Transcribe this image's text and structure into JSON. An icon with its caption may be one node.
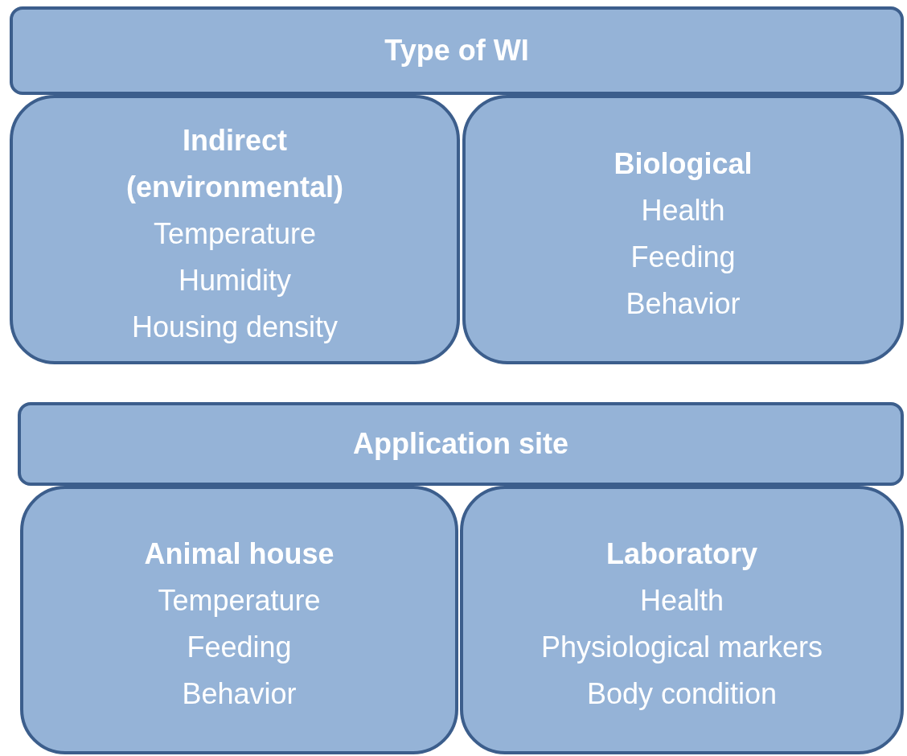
{
  "diagram": {
    "nodes": [
      {
        "text": [
          "Type of WI"
        ]
      },
      {
        "text": [
          "Indirect (environmental)",
          "Temperature",
          "Humidity",
          "Housing density"
        ]
      },
      {
        "text": [
          "Biological",
          "Health",
          "Feeding",
          "Behavior"
        ]
      },
      {
        "text": [
          "Application site"
        ]
      },
      {
        "text": [
          "Animal house",
          "Temperature",
          "Feeding",
          "Behavior"
        ]
      },
      {
        "text": [
          "Laboratory",
          "Health",
          "Physiological markers",
          "Body condition"
        ]
      }
    ],
    "edges": []
  }
}
